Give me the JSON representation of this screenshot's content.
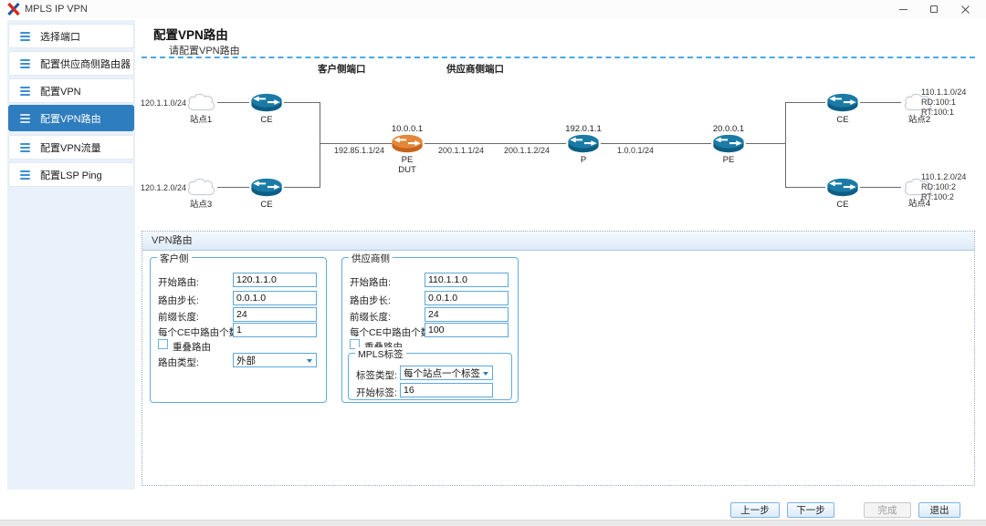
{
  "window": {
    "title": "MPLS IP VPN"
  },
  "sidebar": {
    "items": [
      {
        "label": "选择端口",
        "active": false
      },
      {
        "label": "配置供应商侧路由器",
        "active": false
      },
      {
        "label": "配置VPN",
        "active": false
      },
      {
        "label": "配置VPN路由",
        "active": true
      },
      {
        "label": "配置VPN流量",
        "active": false
      },
      {
        "label": "配置LSP Ping",
        "active": false
      }
    ]
  },
  "page": {
    "title": "配置VPN路由",
    "subtitle": "请配置VPN路由"
  },
  "topology": {
    "customer_port_label": "客户侧端口",
    "provider_port_label": "供应商侧端口",
    "sites": [
      {
        "name": "站点1",
        "net": "120.1.1.0/24"
      },
      {
        "name": "站点3",
        "net": "120.1.2.0/24"
      },
      {
        "name": "站点2",
        "net": "110.1.1.0/24",
        "rd": "RD:100:1",
        "rt": "RT:100:1"
      },
      {
        "name": "站点4",
        "net": "110.1.2.0/24",
        "rd": "RD:100:2",
        "rt": "RT:100:2"
      }
    ],
    "routers": [
      {
        "label": "CE"
      },
      {
        "label": "CE"
      },
      {
        "ip": "10.0.0.1",
        "label": "PE",
        "sublabel": "DUT"
      },
      {
        "ip": "192.0.1.1",
        "label": "P"
      },
      {
        "ip": "20.0.0.1",
        "label": "PE"
      },
      {
        "label": "CE"
      },
      {
        "label": "CE"
      }
    ],
    "link_labels": [
      "192.85.1.1/24",
      "200.1.1.1/24",
      "200.1.1.2/24",
      "1.0.0.1/24"
    ]
  },
  "panel": {
    "title": "VPN路由",
    "customer": {
      "legend": "客户侧",
      "fields": [
        {
          "label": "开始路由:",
          "value": "120.1.1.0"
        },
        {
          "label": "路由步长:",
          "value": "0.0.1.0"
        },
        {
          "label": "前缀长度:",
          "value": "24"
        },
        {
          "label": "每个CE中路由个数:",
          "value": "1"
        }
      ],
      "overlap_label": "重叠路由",
      "overlap_checked": false,
      "route_type_label": "路由类型:",
      "route_type_value": "外部"
    },
    "provider": {
      "legend": "供应商侧",
      "fields": [
        {
          "label": "开始路由:",
          "value": "110.1.1.0"
        },
        {
          "label": "路由步长:",
          "value": "0.0.1.0"
        },
        {
          "label": "前缀长度:",
          "value": "24"
        },
        {
          "label": "每个CE中路由个数:",
          "value": "100"
        }
      ],
      "overlap_label": "重叠路由",
      "overlap_checked": false,
      "mpls": {
        "legend": "MPLS标签",
        "label_type_label": "标签类型:",
        "label_type_value": "每个站点一个标签",
        "start_label_label": "开始标签:",
        "start_label_value": "16"
      }
    }
  },
  "footer": {
    "buttons": [
      {
        "label": "上一步",
        "enabled": true
      },
      {
        "label": "下一步",
        "enabled": true
      },
      {
        "label": "完成",
        "enabled": false
      },
      {
        "label": "退出",
        "enabled": true
      }
    ]
  },
  "colors": {
    "accent": "#2e7dbe",
    "router_blue": "#1a7ba6",
    "router_orange": "#e5873a",
    "separator": "#4aa9e1"
  }
}
